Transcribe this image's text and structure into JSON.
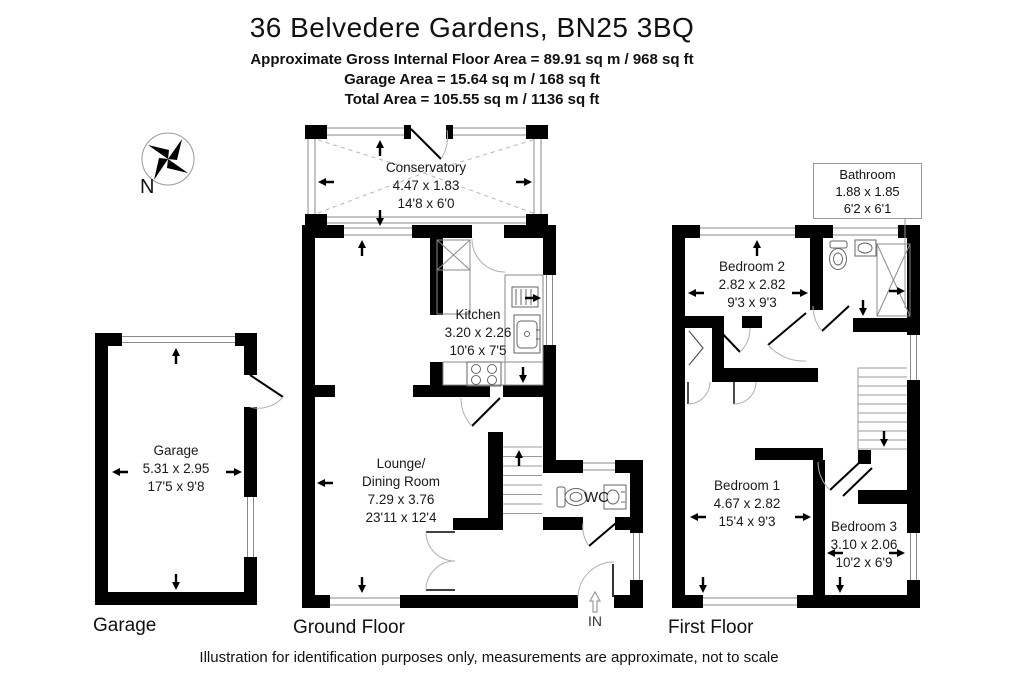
{
  "header": {
    "title": "36 Belvedere Gardens, BN25 3BQ",
    "floor_area": "Approximate Gross Internal Floor Area = 89.91 sq m / 968 sq ft",
    "garage_area": "Garage Area = 15.64 sq m / 168 sq ft",
    "total_area": "Total Area = 105.55 sq m / 1136 sq ft"
  },
  "compass": {
    "label": "N"
  },
  "rooms": {
    "conservatory": {
      "name": "Conservatory",
      "metric": "4.47 x 1.83",
      "imperial": "14'8 x 6'0"
    },
    "kitchen": {
      "name": "Kitchen",
      "metric": "3.20 x 2.26",
      "imperial": "10'6 x 7'5"
    },
    "lounge": {
      "name1": "Lounge/",
      "name2": "Dining Room",
      "metric": "7.29 x 3.76",
      "imperial": "23'11 x 12'4"
    },
    "wc": {
      "name": "WC"
    },
    "garage": {
      "name": "Garage",
      "metric": "5.31 x 2.95",
      "imperial": "17'5 x 9'8"
    },
    "bathroom": {
      "name": "Bathroom",
      "metric": "1.88 x 1.85",
      "imperial": "6'2 x 6'1"
    },
    "bedroom1": {
      "name": "Bedroom 1",
      "metric": "4.67 x 2.82",
      "imperial": "15'4 x 9'3"
    },
    "bedroom2": {
      "name": "Bedroom 2",
      "metric": "2.82 x 2.82",
      "imperial": "9'3 x 9'3"
    },
    "bedroom3": {
      "name": "Bedroom 3",
      "metric": "3.10 x 2.06",
      "imperial": "10'2 x 6'9"
    }
  },
  "floors": {
    "garage": "Garage",
    "ground": "Ground Floor",
    "first": "First Floor"
  },
  "entrance": {
    "label": "IN"
  },
  "footer": {
    "text": "Illustration for identification purposes only, measurements are approximate, not to scale"
  },
  "colors": {
    "wall": "#000000",
    "window_line": "#8a8a8a",
    "arc": "#b0b0b0",
    "fixture": "#666666"
  }
}
